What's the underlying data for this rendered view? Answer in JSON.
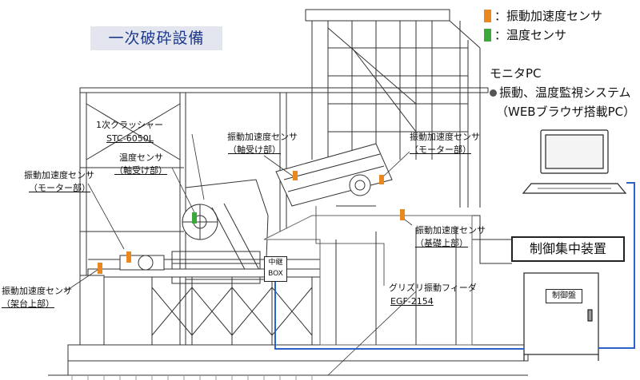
{
  "title": "一次破砕設備",
  "legend": {
    "vib": "：振動加速度センサ",
    "temp": "：温度センサ",
    "vib_color": "#e8881f",
    "temp_color": "#3aa83a"
  },
  "pc": {
    "heading": "モニタPC",
    "line1": "振動、温度監視システム",
    "line2": "（WEBブラウザ搭載PC）"
  },
  "control": {
    "label": "制御集中装置",
    "panel": "制御盤"
  },
  "junction_box": {
    "line1": "中継",
    "line2": "BOX"
  },
  "labels": {
    "crusher_name": "1次クラッシャー",
    "crusher_model": "STC-6050L",
    "temp_sensor": "温度センサ",
    "temp_sensor_loc": "（軸受け部）",
    "vib_motor_left": "振動加速度センサ",
    "vib_motor_left_loc": "（モーター部）",
    "vib_bearing": "振動加速度センサ",
    "vib_bearing_loc": "（軸受け部）",
    "vib_motor_right": "振動加速度センサ",
    "vib_motor_right_loc": "（モーター部）",
    "vib_base": "振動加速度センサ",
    "vib_base_loc": "（基礎上部）",
    "vib_frame": "振動加速度センサ",
    "vib_frame_loc": "（架台上部）",
    "feeder_name": "グリズリ振動フィーダ",
    "feeder_model": "EGF-2154"
  },
  "wire_color": "#2a62c9"
}
